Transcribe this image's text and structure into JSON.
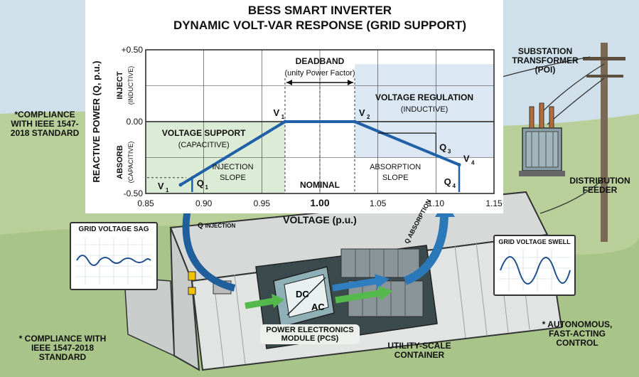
{
  "title": {
    "line1": "BESS SMART INVERTER",
    "line2": "DYNAMIC VOLT-VAR RESPONSE (GRID SUPPORT)"
  },
  "compliance_top": [
    "*COMPLIANCE",
    "WITH IEEE 1547-",
    "2018 STANDARD"
  ],
  "compliance_bottom": [
    "* COMPLIANCE WITH",
    "IEEE 1547-2018",
    "STANDARD"
  ],
  "chart": {
    "ylabel": "REACTIVE POWER (Q, p.u.)",
    "xlabel": "VOLTAGE (p.u.)",
    "inject_label": "INJECT",
    "inject_sub": "(INDUCTIVE)",
    "absorb_label": "ABSORB",
    "absorb_sub": "(CAPACITIVE)",
    "deadband_title": "DEADBAND",
    "deadband_sub": "(unity Power Factor)",
    "regulation_title": "VOLTAGE REGULATION",
    "regulation_sub": "(INDUCTIVE)",
    "support_title": "VOLTAGE SUPPORT",
    "support_sub": "(CAPACITIVE)",
    "injection_slope": [
      "INJECTION",
      "SLOPE"
    ],
    "absorption_slope": [
      "ABSORPTION",
      "SLOPE"
    ],
    "nominal": "NOMINAL",
    "v1": "V",
    "v1_sub": "1",
    "v2": "V",
    "v2_sub": "2",
    "v4": "V",
    "v4_sub": "4",
    "q1": "Q",
    "q1_sub": "1",
    "q3": "Q",
    "q3_sub": "3",
    "q4": "Q",
    "q4_sub": "4"
  },
  "chart_data": {
    "type": "line",
    "xlabel": "VOLTAGE (p.u.)",
    "ylabel": "REACTIVE POWER (Q, p.u.)",
    "xlim": [
      0.85,
      1.15
    ],
    "ylim": [
      -0.5,
      0.5
    ],
    "x_ticks": [
      "0.85",
      "0.90",
      "0.95",
      "1.00",
      "1.05",
      "1.10",
      "1.15"
    ],
    "y_ticks": [
      "+0.50",
      "0.00",
      "-0.50"
    ],
    "series": [
      {
        "x": [
          0.88,
          0.97,
          1.03,
          1.12
        ],
        "y": [
          -0.44,
          0.0,
          0.0,
          -0.3
        ]
      }
    ],
    "colors": {
      "line": "#2060a8",
      "inject_zone": "#dbe7f2",
      "absorb_zone": "#dcebd6"
    }
  },
  "labels": {
    "q_injection": "Q",
    "q_injection_sub": "INJECTION",
    "q_absorption": "Q ABSORPTION",
    "grid_sag": "GRID VOLTAGE SAG",
    "grid_swell": "GRID VOLTAGE SWELL",
    "substation": [
      "SUBSTATION",
      "TRANSFORMER",
      "(POI)"
    ],
    "feeder": [
      "DISTRIBUTION",
      "FEEDER"
    ],
    "pcs": [
      "POWER ELECTRONICS",
      "MODULE (PCS)"
    ],
    "container": [
      "UTILITY-SCALE",
      "CONTAINER"
    ],
    "autonomous": [
      "* AUTONOMOUS,",
      "FAST-ACTING",
      "CONTROL"
    ],
    "dc": "DC",
    "ac": "AC"
  }
}
